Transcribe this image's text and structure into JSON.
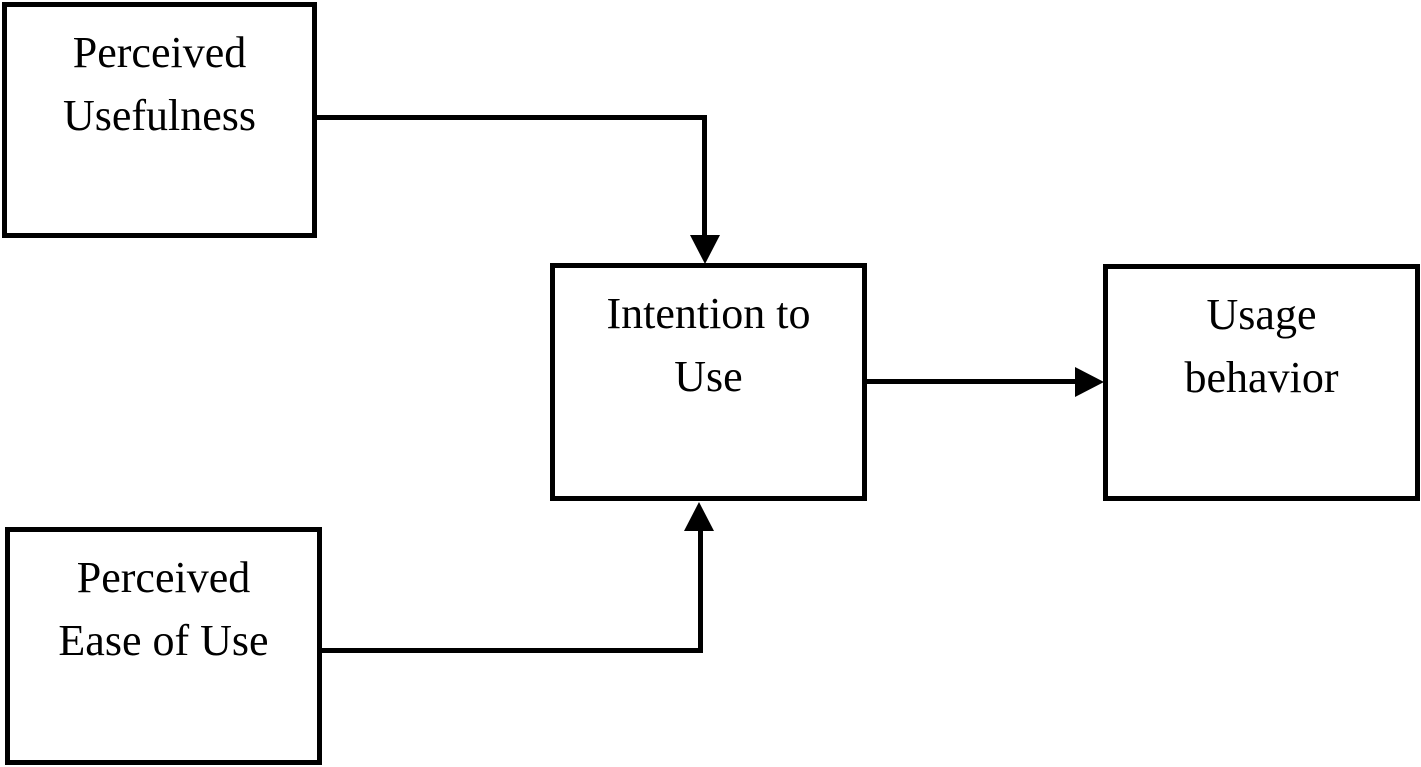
{
  "diagram": {
    "type": "flow-diagram",
    "background_color": "#ffffff",
    "line_color": "#000000",
    "text_color": "#000000",
    "nodes": {
      "perceived_usefulness": {
        "line1": "Perceived",
        "line2": "Usefulness"
      },
      "perceived_ease_of_use": {
        "line1": "Perceived",
        "line2": "Ease of Use"
      },
      "intention_to_use": {
        "line1": "Intention to",
        "line2": "Use"
      },
      "usage_behavior": {
        "line1": "Usage",
        "line2": "behavior"
      }
    },
    "edges": [
      {
        "from": "perceived_usefulness",
        "to": "intention_to_use",
        "style": "elbow",
        "arrow": "down"
      },
      {
        "from": "perceived_ease_of_use",
        "to": "intention_to_use",
        "style": "elbow",
        "arrow": "up"
      },
      {
        "from": "intention_to_use",
        "to": "usage_behavior",
        "style": "straight",
        "arrow": "right"
      }
    ]
  }
}
